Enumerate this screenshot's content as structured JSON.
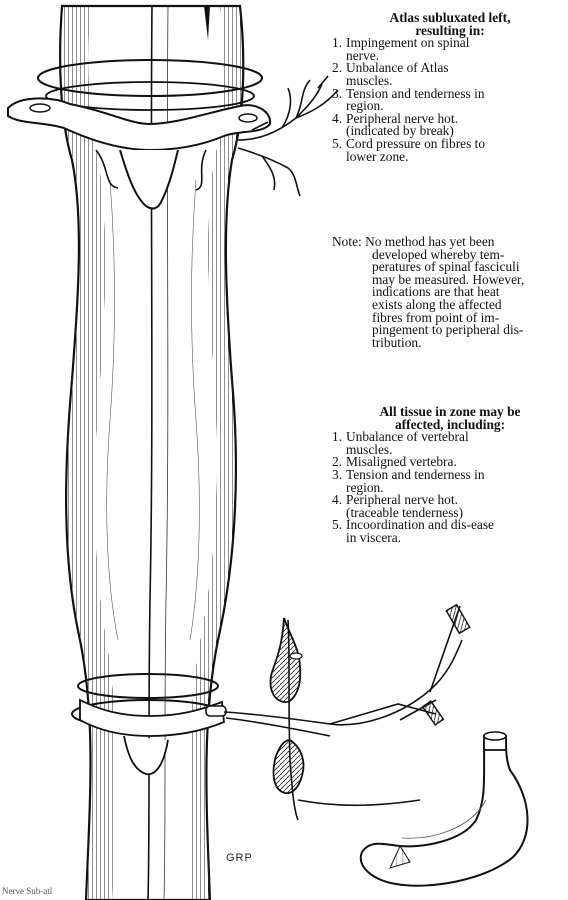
{
  "block1": {
    "heading_line1": "Atlas subluxated left,",
    "heading_line2": "resulting in:",
    "items": [
      {
        "num": "1.",
        "line1": "Impingement on spinal",
        "line2": "nerve."
      },
      {
        "num": "2.",
        "line1": "Unbalance of Atlas",
        "line2": "muscles."
      },
      {
        "num": "3.",
        "line1": "Tension and tenderness in",
        "line2": "region."
      },
      {
        "num": "4.",
        "line1": "Peripheral nerve hot.",
        "line2": "(indicated by break)"
      },
      {
        "num": "5.",
        "line1": "Cord pressure on fibres to",
        "line2": "lower zone."
      }
    ]
  },
  "note": {
    "lines": [
      "Note: No method has yet been",
      "developed whereby tem-",
      "peratures of spinal fasciculi",
      "may be measured. However,",
      "indications are that heat",
      "exists along the affected",
      "fibres from point of im-",
      "pingement to peripheral dis-",
      "tribution."
    ]
  },
  "block2": {
    "heading_line1": "All tissue in zone may be",
    "heading_line2": "affected, including:",
    "items": [
      {
        "num": "1.",
        "line1": "Unbalance of vertebral",
        "line2": "muscles."
      },
      {
        "num": "2.",
        "line1": "Misaligned vertebra.",
        "line2": ""
      },
      {
        "num": "3.",
        "line1": "Tension and tenderness in",
        "line2": "region."
      },
      {
        "num": "4.",
        "line1": "Peripheral nerve hot.",
        "line2": "(traceable tenderness)"
      },
      {
        "num": "5.",
        "line1": "Incoordination and dis-ease",
        "line2": "in viscera."
      }
    ]
  },
  "signature": "GRP",
  "corner_text": "Nerve Sub-atl",
  "colors": {
    "ink": "#111111",
    "paper": "#ffffff"
  }
}
